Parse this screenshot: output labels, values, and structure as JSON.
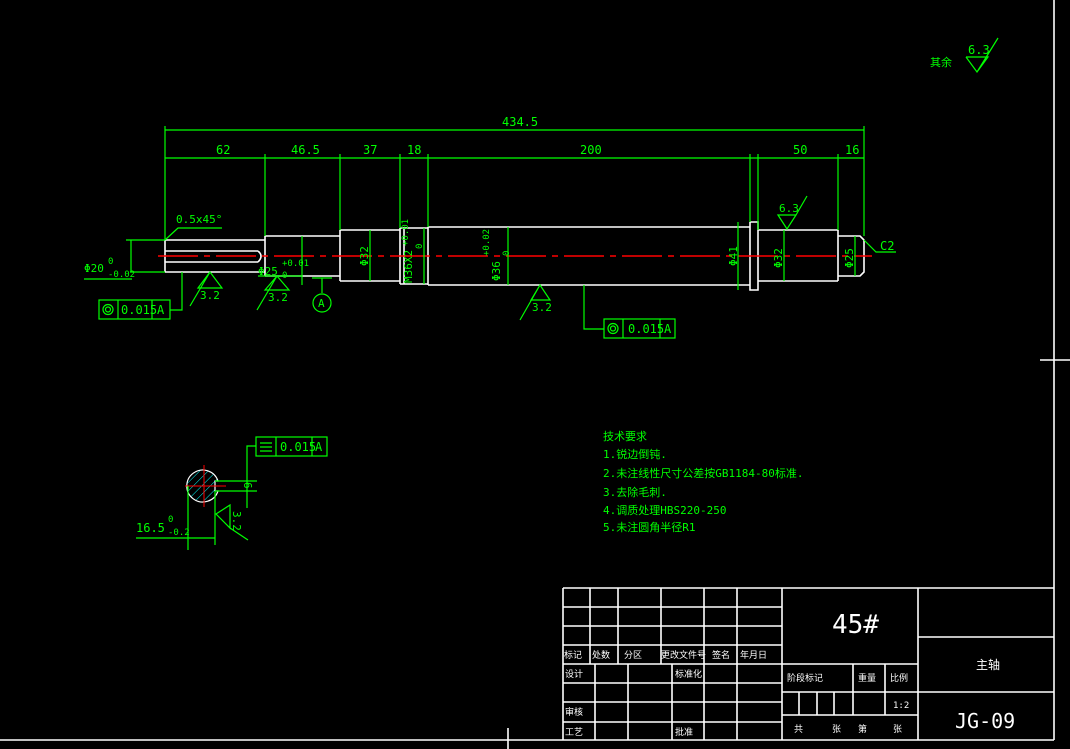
{
  "roughness_default": {
    "label": "其余",
    "value": "6.3"
  },
  "dimensions": {
    "overall": "434.5",
    "segments": [
      "62",
      "46.5",
      "37",
      "18",
      "200",
      "50",
      "16"
    ],
    "chamfer_left": "0.5x45°",
    "dia_20": "Φ20",
    "dia_20_tol_upper": "0",
    "dia_20_tol_lower": "-0.02",
    "dia_25_left": "Φ25",
    "dia_25_tol_upper": "+0.01",
    "dia_25_tol_lower": "0",
    "dia_32_left": "Φ32",
    "thread": "M36X2",
    "thread_tol_upper": "+0.01",
    "thread_tol_lower": "0",
    "dia_36": "Φ36",
    "dia_36_tol_upper": "+0.02",
    "dia_36_tol_lower": "0",
    "dia_41": "Φ41",
    "dia_32_right": "Φ32",
    "dia_25_right": "Φ25",
    "chamfer_right": "C2",
    "section_width": "16.5",
    "section_tol_upper": "0",
    "section_tol_lower": "-0.2",
    "key_depth": "6"
  },
  "roughness": [
    "3.2",
    "3.2",
    "3.2",
    "6.3",
    "3.2"
  ],
  "datum": "A",
  "tolerance_frames": [
    {
      "symbol": "concentricity",
      "value": "0.015",
      "datum": "A"
    },
    {
      "symbol": "concentricity",
      "value": "0.015",
      "datum": "A"
    },
    {
      "symbol": "symmetry",
      "value": "0.015",
      "datum": "A"
    }
  ],
  "tech_requirements": {
    "title": "技术要求",
    "items": [
      "1.锐边倒钝.",
      "2.未注线性尺寸公差按GB1184-80标准.",
      "3.去除毛刺.",
      "4.调质处理HBS220-250",
      "5.未注圆角半径R1"
    ]
  },
  "title_block": {
    "material": "45#",
    "part_name": "主轴",
    "drawing_no": "JG-09",
    "scale": "1:2",
    "header_labels": [
      "标记",
      "处数",
      "分区",
      "更改文件号",
      "签名",
      "年月日"
    ],
    "design": "设计",
    "standardization": "标准化",
    "review": "审核",
    "process": "工艺",
    "approve": "批准",
    "stage_mark": "阶段标记",
    "weight": "重量",
    "scale_label": "比例",
    "sheets": [
      "共",
      "张",
      "第",
      "张"
    ]
  }
}
